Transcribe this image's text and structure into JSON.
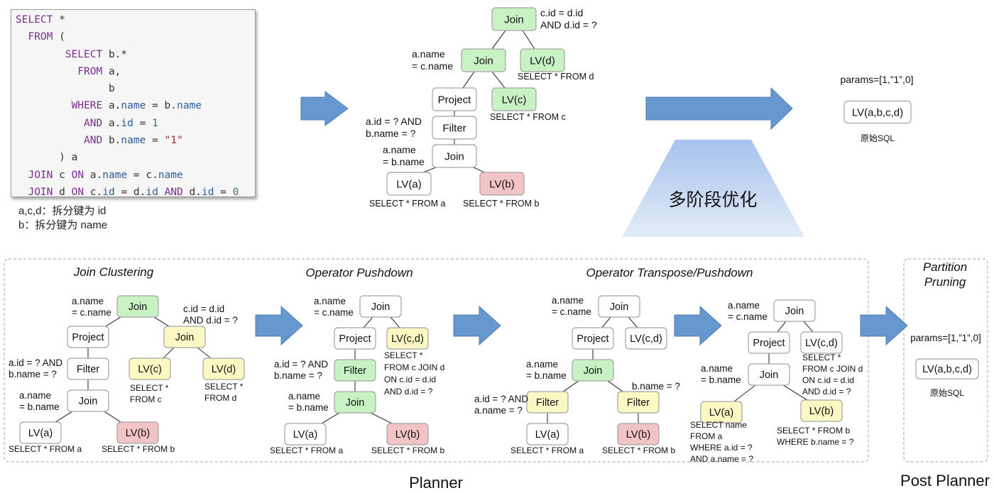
{
  "sql": {
    "lines": [
      [
        {
          "t": "SELECT",
          "c": "kw"
        },
        {
          "t": " *",
          "c": ""
        }
      ],
      [
        {
          "t": "  FROM",
          "c": "kw"
        },
        {
          "t": " (",
          "c": ""
        }
      ],
      [
        {
          "t": "        SELECT",
          "c": "kw"
        },
        {
          "t": " b.*",
          "c": ""
        }
      ],
      [
        {
          "t": "          FROM",
          "c": "kw"
        },
        {
          "t": " a,",
          "c": ""
        }
      ],
      [
        {
          "t": "               b",
          "c": ""
        }
      ],
      [
        {
          "t": "         WHERE",
          "c": "kw"
        },
        {
          "t": " a.",
          "c": ""
        },
        {
          "t": "name",
          "c": "fld"
        },
        {
          "t": " = b.",
          "c": ""
        },
        {
          "t": "name",
          "c": "fld"
        }
      ],
      [
        {
          "t": "           AND",
          "c": "kw"
        },
        {
          "t": " a.",
          "c": ""
        },
        {
          "t": "id",
          "c": "fld"
        },
        {
          "t": " = ",
          "c": ""
        },
        {
          "t": "1",
          "c": "num"
        }
      ],
      [
        {
          "t": "           AND",
          "c": "kw"
        },
        {
          "t": " b.",
          "c": ""
        },
        {
          "t": "name",
          "c": "fld"
        },
        {
          "t": " = ",
          "c": ""
        },
        {
          "t": "\"1\"",
          "c": "str"
        }
      ],
      [
        {
          "t": "       ) a",
          "c": ""
        }
      ],
      [
        {
          "t": "  JOIN",
          "c": "kw"
        },
        {
          "t": " c ",
          "c": ""
        },
        {
          "t": "ON",
          "c": "kw"
        },
        {
          "t": " a.",
          "c": ""
        },
        {
          "t": "name",
          "c": "fld"
        },
        {
          "t": " = c.",
          "c": ""
        },
        {
          "t": "name",
          "c": "fld"
        }
      ],
      [
        {
          "t": "  JOIN",
          "c": "kw"
        },
        {
          "t": " d ",
          "c": ""
        },
        {
          "t": "ON",
          "c": "kw"
        },
        {
          "t": " c.",
          "c": ""
        },
        {
          "t": "id",
          "c": "fld"
        },
        {
          "t": " = d.",
          "c": ""
        },
        {
          "t": "id",
          "c": "fld"
        },
        {
          "t": " AND",
          "c": "kw"
        },
        {
          "t": " d.",
          "c": ""
        },
        {
          "t": "id",
          "c": "fld"
        },
        {
          "t": " = ",
          "c": ""
        },
        {
          "t": "0",
          "c": "num"
        }
      ]
    ],
    "notes": [
      "a,c,d：拆分键为 id",
      "b：拆分键为 name"
    ]
  },
  "colors": {
    "green": "#c9f2c4",
    "yellow": "#fbf8c4",
    "red": "#f2c4c6",
    "white": "#ffffff",
    "arrow": "#6697cf",
    "trapezoid_top": "#a6c2ec",
    "trapezoid_bottom": "#e2ecf8"
  },
  "phase_label": "多阶段优化",
  "top_result": {
    "params": "params=[1,”1”,0]",
    "node": "LV(a,b,c,d)",
    "caption": "原始SQL"
  },
  "planner_label": "Planner",
  "post_planner_label": "Post Planner",
  "panels": [
    {
      "id": "initial",
      "title": "",
      "nodes": [
        {
          "id": "j1",
          "label": "Join",
          "color": "green"
        },
        {
          "id": "j2",
          "label": "Join",
          "color": "green"
        },
        {
          "id": "lvd",
          "label": "LV(d)",
          "color": "green"
        },
        {
          "id": "proj",
          "label": "Project",
          "color": "white"
        },
        {
          "id": "lvc",
          "label": "LV(c)",
          "color": "green"
        },
        {
          "id": "filt",
          "label": "Filter",
          "color": "white"
        },
        {
          "id": "j3",
          "label": "Join",
          "color": "white"
        },
        {
          "id": "lva",
          "label": "LV(a)",
          "color": "white"
        },
        {
          "id": "lvb",
          "label": "LV(b)",
          "color": "red"
        }
      ],
      "notes": [
        {
          "lines": [
            "c.id = d.id",
            "AND d.id = ?"
          ]
        },
        {
          "lines": [
            "a.name",
            "= c.name"
          ]
        },
        {
          "lines": [
            "SELECT * FROM d"
          ]
        },
        {
          "lines": [
            "SELECT * FROM c"
          ]
        },
        {
          "lines": [
            "a.id = ? AND",
            "b.name = ?"
          ]
        },
        {
          "lines": [
            "a.name",
            "= b.name"
          ]
        },
        {
          "lines": [
            "SELECT * FROM a"
          ]
        },
        {
          "lines": [
            "SELECT * FROM b"
          ]
        }
      ]
    },
    {
      "id": "join-clustering",
      "title": "Join Clustering",
      "nodes": [
        {
          "id": "j1",
          "label": "Join",
          "color": "green"
        },
        {
          "id": "proj",
          "label": "Project",
          "color": "white"
        },
        {
          "id": "j2",
          "label": "Join",
          "color": "yellow"
        },
        {
          "id": "filt",
          "label": "Filter",
          "color": "white"
        },
        {
          "id": "lvc",
          "label": "LV(c)",
          "color": "yellow"
        },
        {
          "id": "lvd",
          "label": "LV(d)",
          "color": "yellow"
        },
        {
          "id": "j3",
          "label": "Join",
          "color": "white"
        },
        {
          "id": "lva",
          "label": "LV(a)",
          "color": "white"
        },
        {
          "id": "lvb",
          "label": "LV(b)",
          "color": "red"
        }
      ],
      "notes": [
        {
          "lines": [
            "a.name",
            "= c.name"
          ]
        },
        {
          "lines": [
            "c.id = d.id",
            "AND d.id = ?"
          ]
        },
        {
          "lines": [
            "a.id = ? AND",
            "b.name = ?"
          ]
        },
        {
          "lines": [
            "SELECT *",
            "FROM c"
          ]
        },
        {
          "lines": [
            "SELECT *",
            "FROM d"
          ]
        },
        {
          "lines": [
            "a.name",
            "= b.name"
          ]
        },
        {
          "lines": [
            "SELECT * FROM a"
          ]
        },
        {
          "lines": [
            "SELECT * FROM b"
          ]
        }
      ]
    },
    {
      "id": "operator-pushdown",
      "title": "Operator Pushdown",
      "nodes": [
        {
          "id": "j1",
          "label": "Join",
          "color": "white"
        },
        {
          "id": "proj",
          "label": "Project",
          "color": "white"
        },
        {
          "id": "lvcd",
          "label": "LV(c,d)",
          "color": "yellow"
        },
        {
          "id": "filt",
          "label": "Filter",
          "color": "green"
        },
        {
          "id": "j3",
          "label": "Join",
          "color": "green"
        },
        {
          "id": "lva",
          "label": "LV(a)",
          "color": "white"
        },
        {
          "id": "lvb",
          "label": "LV(b)",
          "color": "red"
        }
      ],
      "notes": [
        {
          "lines": [
            "a.name",
            "= c.name"
          ]
        },
        {
          "lines": [
            "SELECT *",
            "FROM c JOIN d",
            "ON c.id = d.id",
            "AND d.id = ?"
          ]
        },
        {
          "lines": [
            "a.id = ? AND",
            "b.name = ?"
          ]
        },
        {
          "lines": [
            "a.name",
            "= b.name"
          ]
        },
        {
          "lines": [
            "SELECT * FROM a"
          ]
        },
        {
          "lines": [
            "SELECT * FROM b"
          ]
        }
      ]
    },
    {
      "id": "operator-transpose",
      "title": "Operator Transpose/Pushdown",
      "nodes": [
        {
          "id": "j1",
          "label": "Join",
          "color": "white"
        },
        {
          "id": "proj",
          "label": "Project",
          "color": "white"
        },
        {
          "id": "lvcd",
          "label": "LV(c,d)",
          "color": "white"
        },
        {
          "id": "j3",
          "label": "Join",
          "color": "green"
        },
        {
          "id": "fa",
          "label": "Filter",
          "color": "yellow"
        },
        {
          "id": "fb",
          "label": "Filter",
          "color": "yellow"
        },
        {
          "id": "lva",
          "label": "LV(a)",
          "color": "white"
        },
        {
          "id": "lvb",
          "label": "LV(b)",
          "color": "red"
        }
      ],
      "notes": [
        {
          "lines": [
            "a.name",
            "= c.name"
          ]
        },
        {
          "lines": [
            "a.name",
            "= b.name"
          ]
        },
        {
          "lines": [
            "b.name = ?"
          ]
        },
        {
          "lines": [
            "a.id = ? AND",
            "a.name = ?"
          ]
        },
        {
          "lines": [
            "SELECT * FROM a"
          ]
        },
        {
          "lines": [
            "SELECT * FROM b"
          ]
        }
      ]
    },
    {
      "id": "transpose-result",
      "title": "",
      "nodes": [
        {
          "id": "j1",
          "label": "Join",
          "color": "white"
        },
        {
          "id": "proj",
          "label": "Project",
          "color": "white"
        },
        {
          "id": "lvcd",
          "label": "LV(c,d)",
          "color": "white"
        },
        {
          "id": "j3",
          "label": "Join",
          "color": "white"
        },
        {
          "id": "lva",
          "label": "LV(a)",
          "color": "yellow"
        },
        {
          "id": "lvb",
          "label": "LV(b)",
          "color": "yellow"
        }
      ],
      "notes": [
        {
          "lines": [
            "a.name",
            "= c.name"
          ]
        },
        {
          "lines": [
            "SELECT *",
            "FROM c JOIN d",
            "ON c.id = d.id",
            "AND d.id = ?"
          ]
        },
        {
          "lines": [
            "a.name",
            "= b.name"
          ]
        },
        {
          "lines": [
            "SELECT name",
            "FROM a",
            "WHERE a.id = ?",
            "AND a.name = ?"
          ]
        },
        {
          "lines": [
            "SELECT * FROM b",
            "WHERE b.name = ?"
          ]
        }
      ]
    },
    {
      "id": "partition-pruning",
      "title": "Partition\nPruning",
      "params": "params=[1,”1”,0]",
      "node": "LV(a,b,c,d)",
      "caption": "原始SQL"
    }
  ]
}
